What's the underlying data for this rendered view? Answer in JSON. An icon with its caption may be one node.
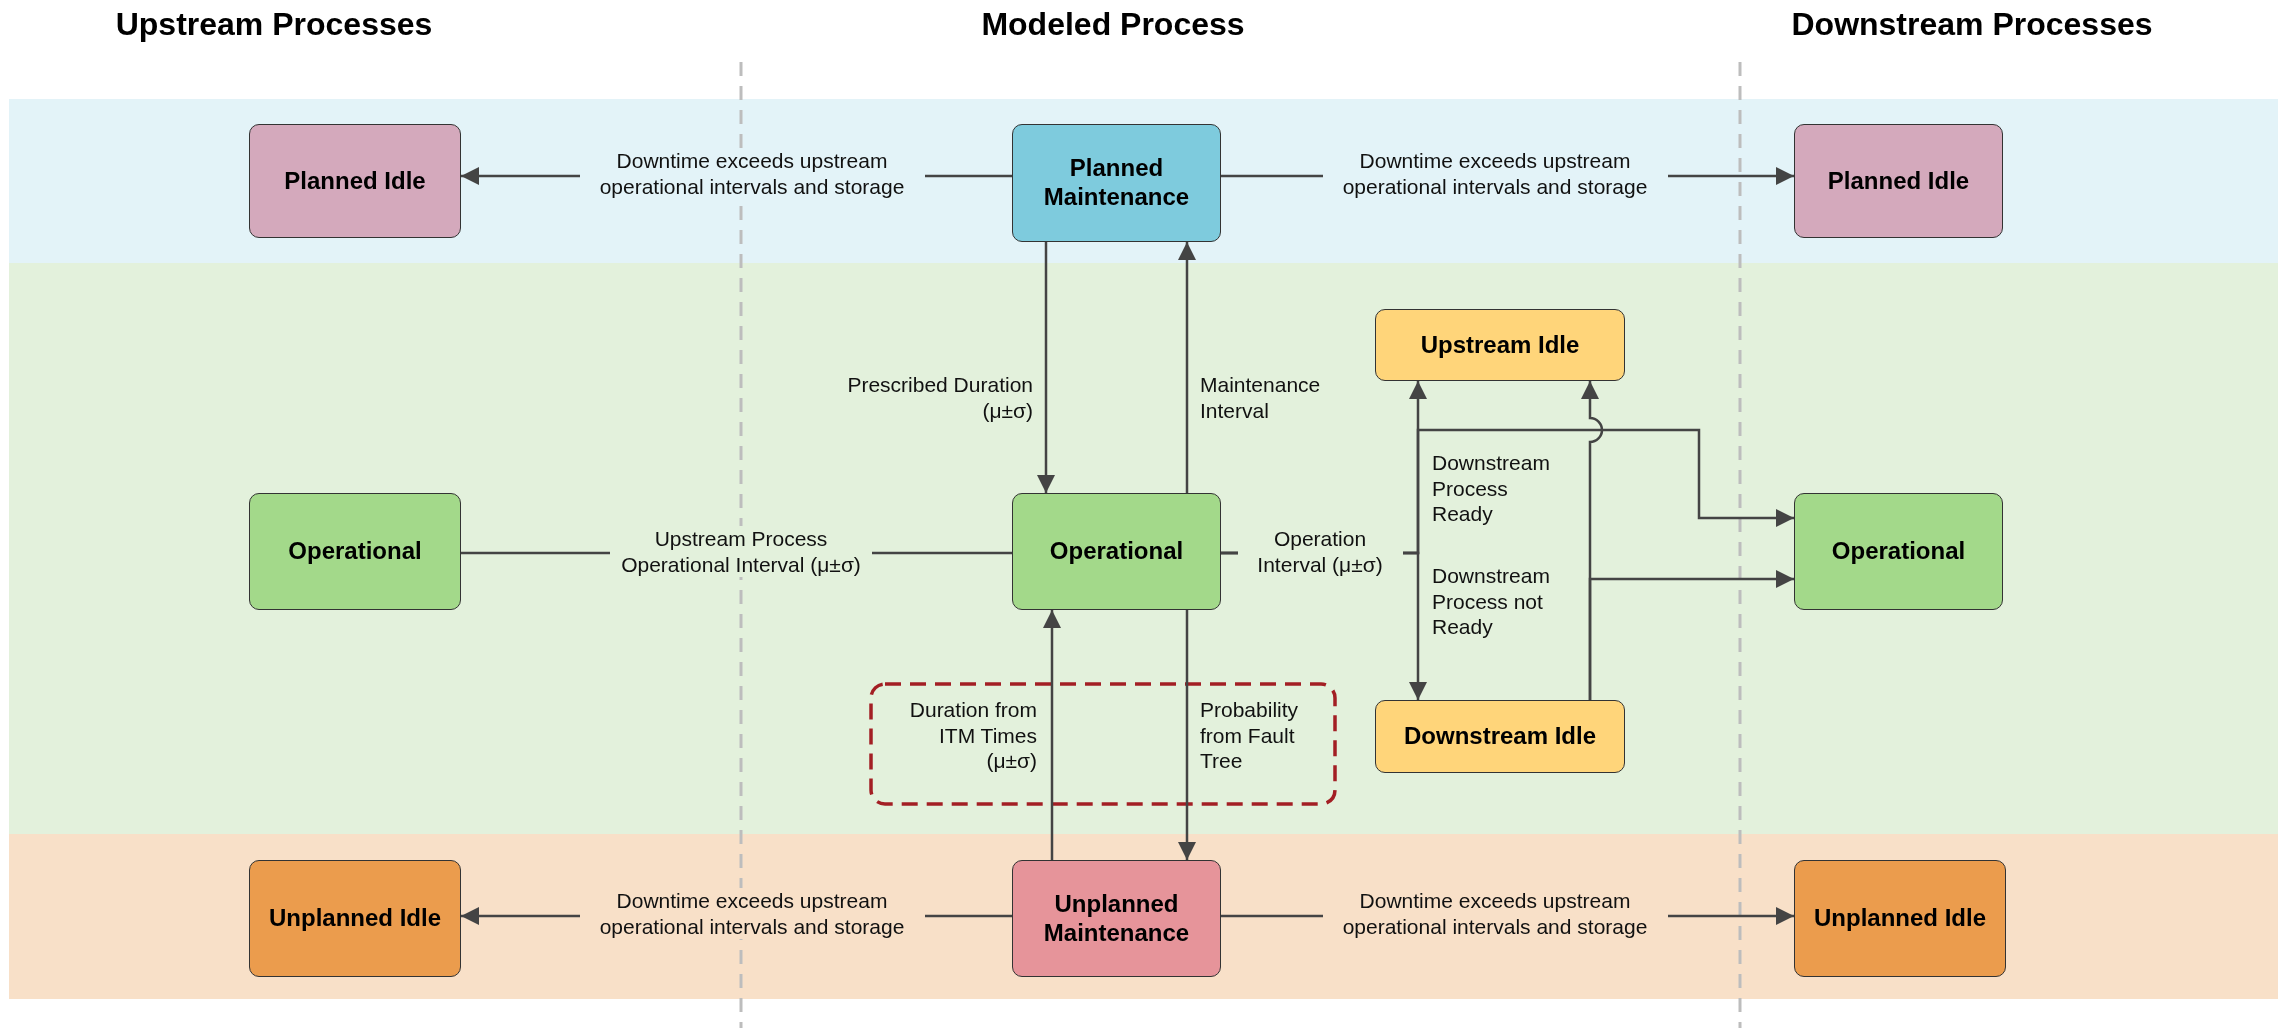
{
  "diagram": {
    "nodes": [
      {
        "text": [],
        "shape": "box"
      },
      {
        "text": [
          "Planned Idle"
        ],
        "in": 0
      },
      {
        "text": [
          "Planned Maintenance"
        ],
        "in": 0
      },
      {
        "text": [
          "Planned Idle"
        ],
        "in": 0
      },
      {
        "text": [],
        "shape": "box"
      },
      {
        "text": [
          "Upstream Idle"
        ],
        "in": 4
      },
      {
        "text": [
          "Operational"
        ],
        "in": 4
      },
      {
        "text": [
          "Operational"
        ],
        "in": 4
      },
      {
        "text": [
          "Operational"
        ],
        "in": 4
      },
      {
        "text": [
          "Downstream Idle"
        ],
        "in": 4
      },
      {
        "text": [],
        "shape": "box"
      },
      {
        "text": [
          "Unplanned Idle"
        ],
        "in": 10
      },
      {
        "text": [
          "Unplanned Maintenance"
        ],
        "in": 10
      },
      {
        "text": [
          "Unplanned Idle"
        ],
        "in": 10
      }
    ],
    "edges": [
      {
        "from": 2,
        "to": 1,
        "arrow": "to",
        "label": "Downtime exceeds upstream operational intervals and storage"
      },
      {
        "from": 2,
        "to": 3,
        "arrow": "to",
        "label": "Downtime exceeds upstream operational intervals and storage"
      },
      {
        "from": 2,
        "to": 7,
        "arrow": "to",
        "label": "Prescribed Duration (μ±σ)"
      },
      {
        "from": 7,
        "to": 2,
        "arrow": "to",
        "label": "Maintenance Interval"
      },
      {
        "from": 6,
        "to": 7,
        "arrow": "none",
        "label": "Upstream Process Operational Interval (μ±σ)"
      },
      {
        "from": 7,
        "to": 5,
        "arrow": "to",
        "label": "Operation Interval (μ±σ)"
      },
      {
        "from": 7,
        "to": 9,
        "arrow": "to"
      },
      {
        "from": 7,
        "to": 8,
        "arrow": "to",
        "label": "Downstream Process Ready"
      },
      {
        "from": 9,
        "to": 5,
        "arrow": "to"
      },
      {
        "from": 9,
        "to": 8,
        "arrow": "to",
        "label": "Downstream Process not Ready"
      },
      {
        "from": 12,
        "to": 7,
        "arrow": "to",
        "label": "Duration from ITM Times (μ±σ)"
      },
      {
        "from": 7,
        "to": 12,
        "arrow": "to",
        "label": "Probability from Fault Tree"
      },
      {
        "from": 12,
        "to": 11,
        "arrow": "to",
        "label": "Downtime exceeds upstream operational intervals and storage"
      },
      {
        "from": 12,
        "to": 13,
        "arrow": "to",
        "label": "Downtime exceeds upstream operational intervals and storage"
      }
    ],
    "labels": [
      "Upstream Processes",
      "Modeled Process",
      "Downstream Processes"
    ]
  }
}
